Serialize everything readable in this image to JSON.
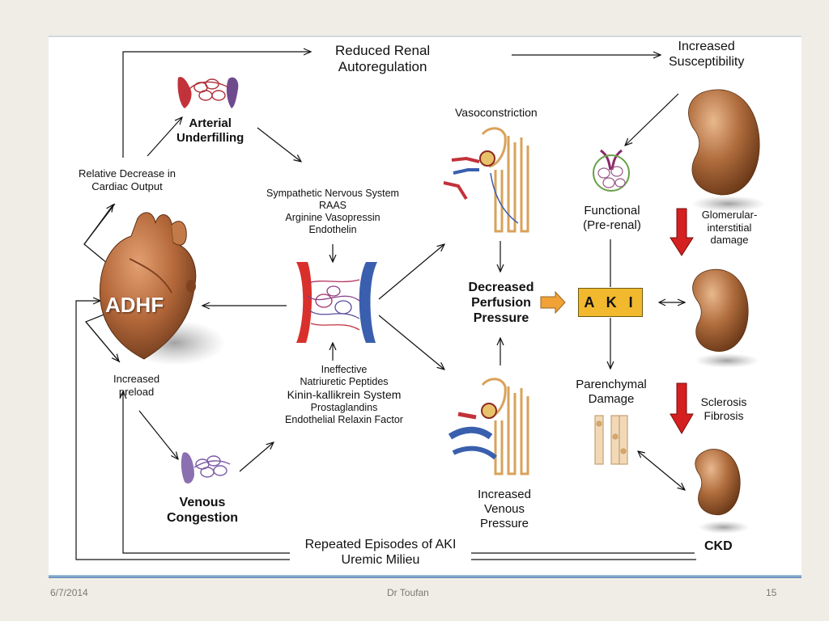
{
  "colors": {
    "accent_red": "#d42020",
    "artery_red": "#d9302b",
    "vein_blue": "#3a5fae",
    "aki_box": "#f2b92e",
    "kidney": "#a8673a"
  },
  "diagram": {
    "top_center": [
      "Reduced Renal",
      "Autoregulation"
    ],
    "top_right": [
      "Increased",
      "Susceptibility"
    ],
    "arterial": [
      "Arterial",
      "Underfilling"
    ],
    "cardiac_output": [
      "Relative Decrease in",
      "Cardiac Output"
    ],
    "neurohormonal": [
      "Sympathetic Nervous System",
      "RAAS",
      "Arginine Vasopressin",
      "Endothelin"
    ],
    "adhf": "ADHF",
    "preload": [
      "Increased",
      "preload"
    ],
    "venous_congestion": [
      "Venous",
      "Congestion"
    ],
    "ineffective": [
      "Ineffective",
      "Natriuretic Peptides",
      "Kinin-kallikrein System",
      "Prostaglandins",
      "Endothelial Relaxin Factor"
    ],
    "vasoconstriction": "Vasoconstriction",
    "perfusion": [
      "Decreased",
      "Perfusion",
      "Pressure"
    ],
    "venous_pressure": [
      "Increased",
      "Venous",
      "Pressure"
    ],
    "functional": [
      "Functional",
      "(Pre-renal)"
    ],
    "aki": "A K I",
    "parenchymal": [
      "Parenchymal",
      "Damage"
    ],
    "glomerular": [
      "Glomerular-",
      "interstitial",
      "damage"
    ],
    "sclerosis": [
      "Sclerosis",
      "Fibrosis"
    ],
    "ckd": "CKD",
    "bottom": [
      "Repeated Episodes of AKI",
      "Uremic Milieu"
    ]
  },
  "footer": {
    "date": "6/7/2014",
    "author": "Dr Toufan",
    "page": "15"
  }
}
